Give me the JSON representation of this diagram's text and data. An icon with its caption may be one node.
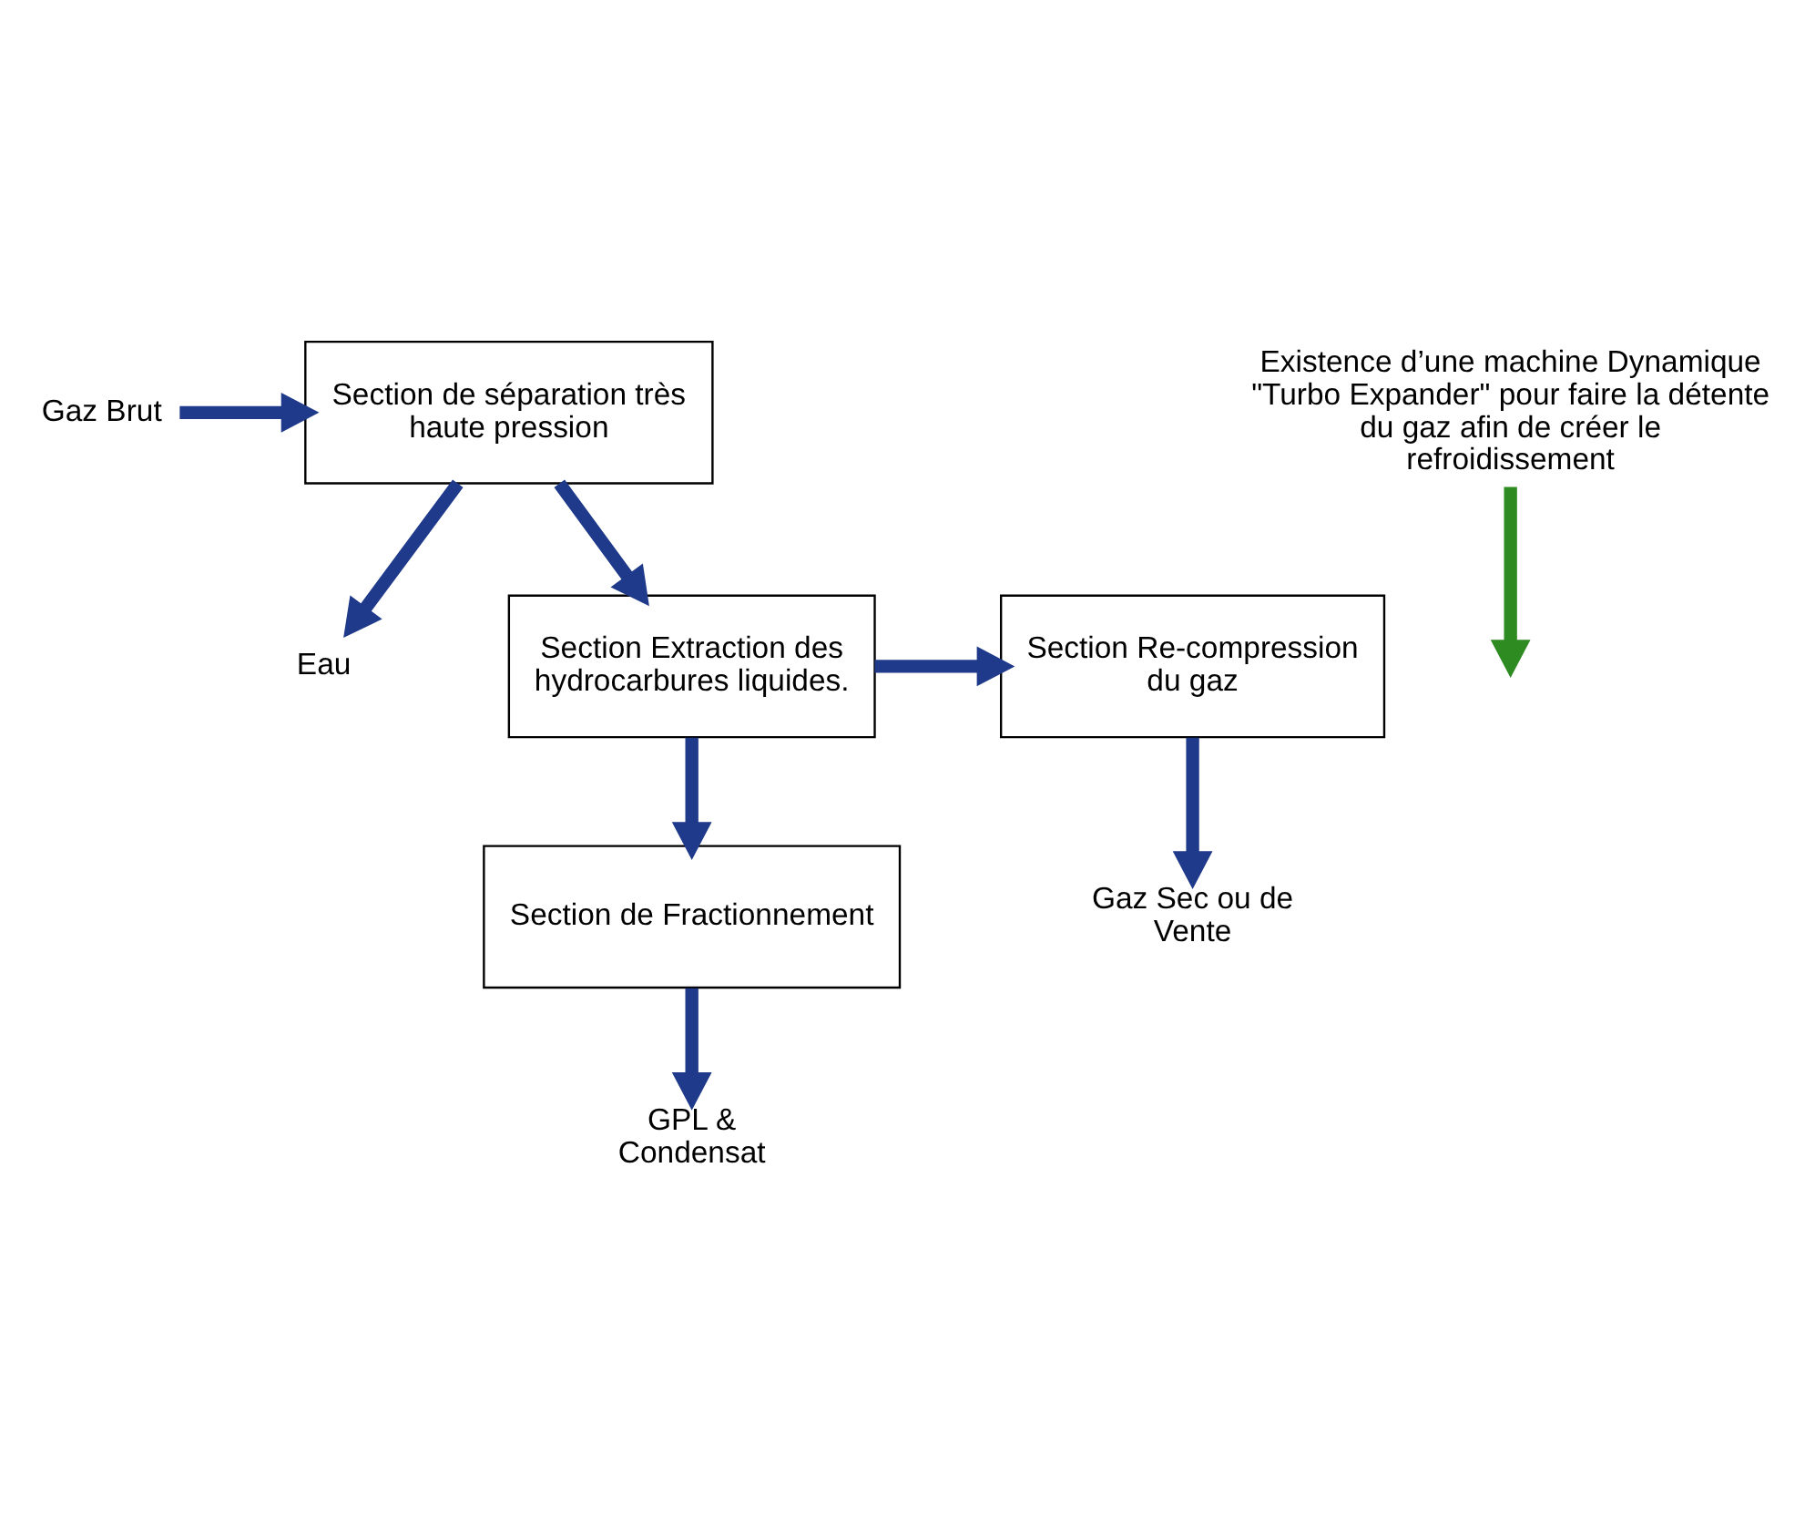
{
  "diagram": {
    "nodes": [
      {
        "text": [
          "Gaz Brut"
        ]
      },
      {
        "text": [
          "Section de séparation très haute pression"
        ]
      },
      {
        "text": [
          "Eau"
        ]
      },
      {
        "text": [
          "Existence d’une machine Dynamique \"Turbo Expander\" pour faire la détente du gaz afin de créer le refroidissement"
        ]
      },
      {
        "text": [
          "Section Extraction des hydrocarbures liquides."
        ]
      },
      {
        "text": [
          "Section Re-compression du gaz"
        ]
      },
      {
        "text": [
          "Gaz Sec ou de Vente"
        ]
      },
      {
        "text": [
          "Section de Fractionnement"
        ]
      },
      {
        "text": [
          "GPL & Condensat"
        ]
      }
    ],
    "edges": [
      {
        "from": 0,
        "to": 1,
        "arrow": "to"
      },
      {
        "from": 1,
        "to": 2,
        "arrow": "to"
      },
      {
        "from": 1,
        "to": 4,
        "arrow": "to"
      },
      {
        "from": 3,
        "to": null,
        "arrow": "to",
        "color": "#2e8b22"
      },
      {
        "from": 4,
        "to": 5,
        "arrow": "to"
      },
      {
        "from": 5,
        "to": 6,
        "arrow": "to"
      },
      {
        "from": 4,
        "to": 7,
        "arrow": "to"
      },
      {
        "from": 7,
        "to": 8,
        "arrow": "to"
      }
    ]
  }
}
